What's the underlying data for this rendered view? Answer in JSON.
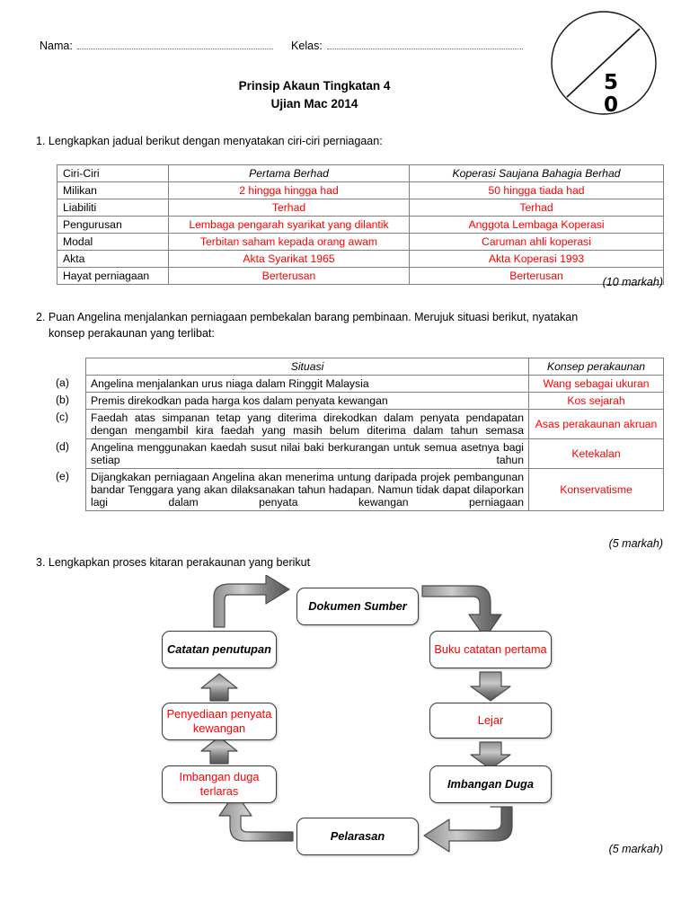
{
  "header": {
    "name_label": "Nama:",
    "class_label": "Kelas:",
    "title_line1": "Prinsip Akaun Tingkatan 4",
    "title_line2": "Ujian Mac 2014",
    "marks_circle": {
      "total_top": "5",
      "total_bottom": "0",
      "value": "50"
    }
  },
  "q1": {
    "prompt": "1. Lengkapkan jadual berikut dengan menyatakan ciri-ciri perniagaan:",
    "marks": "(10 markah)",
    "table": {
      "headers": [
        "Ciri-Ciri",
        "Pertama Berhad",
        "Koperasi Saujana Bahagia Berhad"
      ],
      "rows": [
        {
          "label": "Milikan",
          "col1": "2  hingga hingga had",
          "col2": "50 hingga tiada had"
        },
        {
          "label": "Liabiliti",
          "col1": "Terhad",
          "col2": "Terhad"
        },
        {
          "label": "Pengurusan",
          "col1": "Lembaga pengarah syarikat yang dilantik",
          "col2": "Anggota Lembaga Koperasi"
        },
        {
          "label": "Modal",
          "col1": "Terbitan saham kepada orang awam",
          "col2": "Caruman ahli koperasi"
        },
        {
          "label": "Akta",
          "col1": "Akta Syarikat 1965",
          "col2": "Akta Koperasi 1993"
        },
        {
          "label": "Hayat perniagaan",
          "col1": "Berterusan",
          "col2": "Berterusan"
        }
      ]
    }
  },
  "q2": {
    "prompt_line1": "2. Puan Angelina menjalankan perniagaan pembekalan barang pembinaan. Merujuk situasi berikut, nyatakan",
    "prompt_line2": "konsep perakaunan yang terlibat:",
    "marks": "(5 markah)",
    "table": {
      "headers": [
        "Situasi",
        "Konsep perakaunan"
      ],
      "rows": [
        {
          "letter": "(a)",
          "situasi": "Angelina menjalankan urus niaga dalam Ringgit Malaysia",
          "konsep": "Wang sebagai ukuran"
        },
        {
          "letter": "(b)",
          "situasi": "Premis direkodkan pada harga kos dalam penyata kewangan",
          "konsep": "Kos sejarah"
        },
        {
          "letter": "(c)",
          "situasi": "Faedah atas simpanan tetap yang diterima direkodkan dalam penyata pendapatan dengan mengambil kira faedah yang masih belum diterima dalam tahun semasa",
          "konsep": "Asas perakaunan akruan"
        },
        {
          "letter": "(d)",
          "situasi": "Angelina menggunakan kaedah susut nilai baki berkurangan untuk semua asetnya bagi setiap tahun",
          "konsep": "Ketekalan"
        },
        {
          "letter": "(e)",
          "situasi": "Dijangkakan perniagaan Angelina akan menerima untung daripada projek pembangunan bandar Tenggara yang akan dilaksanakan tahun hadapan. Namun tidak dapat dilaporkan lagi dalam penyata kewangan perniagaan",
          "konsep": "Konservatisme"
        }
      ]
    }
  },
  "q3": {
    "prompt": "3. Lengkapkan proses kitaran perakaunan yang berikut",
    "marks": "(5 markah)",
    "diagram": {
      "type": "cycle-flowchart",
      "nodes": [
        {
          "id": "dokumen",
          "label": "Dokumen Sumber",
          "state": "given"
        },
        {
          "id": "buku",
          "label": "Buku catatan pertama",
          "state": "answer"
        },
        {
          "id": "lejar",
          "label": "Lejar",
          "state": "answer"
        },
        {
          "id": "imbangan",
          "label": "Imbangan Duga",
          "state": "given"
        },
        {
          "id": "pelarasan",
          "label": "Pelarasan",
          "state": "given"
        },
        {
          "id": "imbterlaras",
          "label": "Imbangan duga terlaras",
          "state": "answer"
        },
        {
          "id": "penyediaan",
          "label": "Penyediaan penyata kewangan",
          "state": "answer"
        },
        {
          "id": "catatan",
          "label": "Catatan penutupan",
          "state": "given"
        }
      ],
      "edges": [
        {
          "from": "dokumen",
          "to": "buku"
        },
        {
          "from": "buku",
          "to": "lejar"
        },
        {
          "from": "lejar",
          "to": "imbangan"
        },
        {
          "from": "imbangan",
          "to": "pelarasan"
        },
        {
          "from": "pelarasan",
          "to": "imbterlaras"
        },
        {
          "from": "imbterlaras",
          "to": "penyediaan"
        },
        {
          "from": "penyediaan",
          "to": "catatan"
        },
        {
          "from": "catatan",
          "to": "dokumen"
        }
      ]
    }
  },
  "colors": {
    "answer_red": "#ff0000",
    "grid_border": "#808080",
    "node_border": "#3a3a3a"
  }
}
